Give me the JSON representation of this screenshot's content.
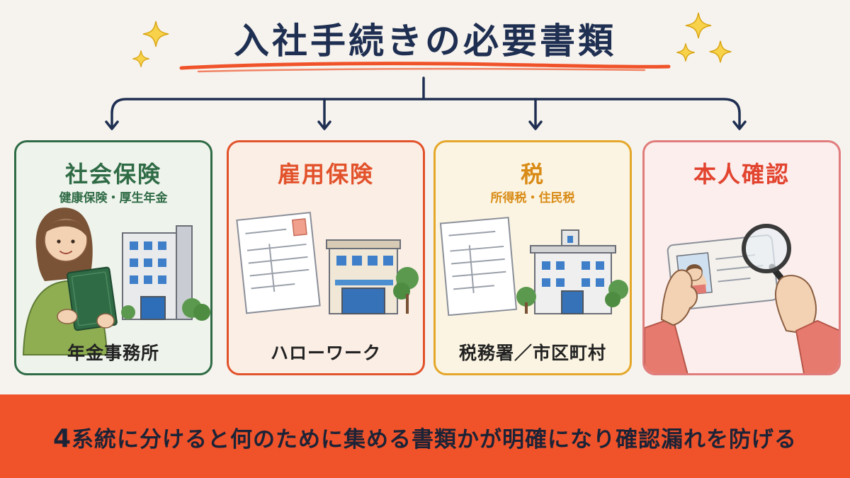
{
  "title": "入社手続きの必要書類",
  "colors": {
    "navy": "#1f2f52",
    "accent_orange": "#f0532a",
    "social_green": "#2f6b45",
    "employment_orange": "#e2522b",
    "tax_amber": "#e5a72a",
    "identity_red": "#d9534f"
  },
  "cards": [
    {
      "title": "社会保険",
      "subtitle": "健康保険・厚生年金",
      "office": "年金事務所",
      "border_color": "#2f6b45",
      "bg_color": "#eef3ec",
      "title_color": "#2f6b45"
    },
    {
      "title": "雇用保険",
      "subtitle": "",
      "office": "ハローワーク",
      "border_color": "#e2522b",
      "bg_color": "#fbeee5",
      "title_color": "#e2522b"
    },
    {
      "title": "税",
      "subtitle": "所得税・住民税",
      "office": "税務署／市区町村",
      "border_color": "#e5a72a",
      "bg_color": "#fbf4e2",
      "title_color": "#d98b16"
    },
    {
      "title": "本人確認",
      "subtitle": "",
      "office": "",
      "border_color": "#e07c7c",
      "bg_color": "#fbeeed",
      "title_color": "#e2442f"
    }
  ],
  "banner": {
    "number": "4",
    "text": "系統に分けると何のために集める書類かが明確になり確認漏れを防げる"
  }
}
